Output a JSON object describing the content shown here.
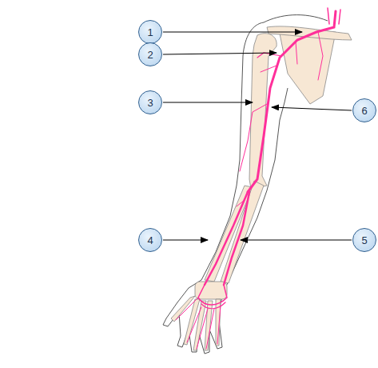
{
  "diagram": {
    "nodes": [
      {
        "text": [
          "1"
        ]
      },
      {
        "text": [
          "2"
        ]
      },
      {
        "text": [
          "3"
        ]
      },
      {
        "text": [
          "6"
        ]
      },
      {
        "text": [
          "4"
        ]
      },
      {
        "text": [
          "5"
        ]
      }
    ]
  }
}
